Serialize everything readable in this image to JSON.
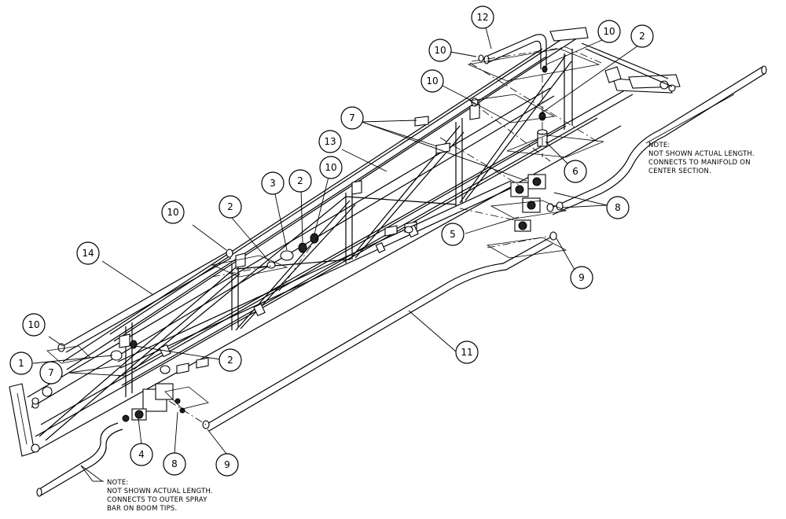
{
  "callouts": [
    {
      "id": "c12",
      "label": "12"
    },
    {
      "id": "c10a",
      "label": "10"
    },
    {
      "id": "c10b",
      "label": "10"
    },
    {
      "id": "c2a",
      "label": "2"
    },
    {
      "id": "c10c",
      "label": "10"
    },
    {
      "id": "c7a",
      "label": "7"
    },
    {
      "id": "c13",
      "label": "13"
    },
    {
      "id": "c6",
      "label": "6"
    },
    {
      "id": "c3",
      "label": "3"
    },
    {
      "id": "c2b",
      "label": "2"
    },
    {
      "id": "c10d",
      "label": "10"
    },
    {
      "id": "c10e",
      "label": "10"
    },
    {
      "id": "c2c",
      "label": "2"
    },
    {
      "id": "c8a",
      "label": "8"
    },
    {
      "id": "c5",
      "label": "5"
    },
    {
      "id": "c14",
      "label": "14"
    },
    {
      "id": "c9a",
      "label": "9"
    },
    {
      "id": "c10f",
      "label": "10"
    },
    {
      "id": "c1",
      "label": "1"
    },
    {
      "id": "c7b",
      "label": "7"
    },
    {
      "id": "c2d",
      "label": "2"
    },
    {
      "id": "c11",
      "label": "11"
    },
    {
      "id": "c4",
      "label": "4"
    },
    {
      "id": "c8b",
      "label": "8"
    },
    {
      "id": "c9b",
      "label": "9"
    }
  ],
  "notes": {
    "top": [
      "NOTE:",
      "NOT SHOWN ACTUAL LENGTH.",
      "CONNECTS TO MANIFOLD ON",
      "CENTER SECTION."
    ],
    "bottom": [
      "NOTE:",
      "NOT SHOWN ACTUAL LENGTH.",
      "CONNECTS TO OUTER SPRAY",
      "BAR ON BOOM TIPS."
    ]
  }
}
